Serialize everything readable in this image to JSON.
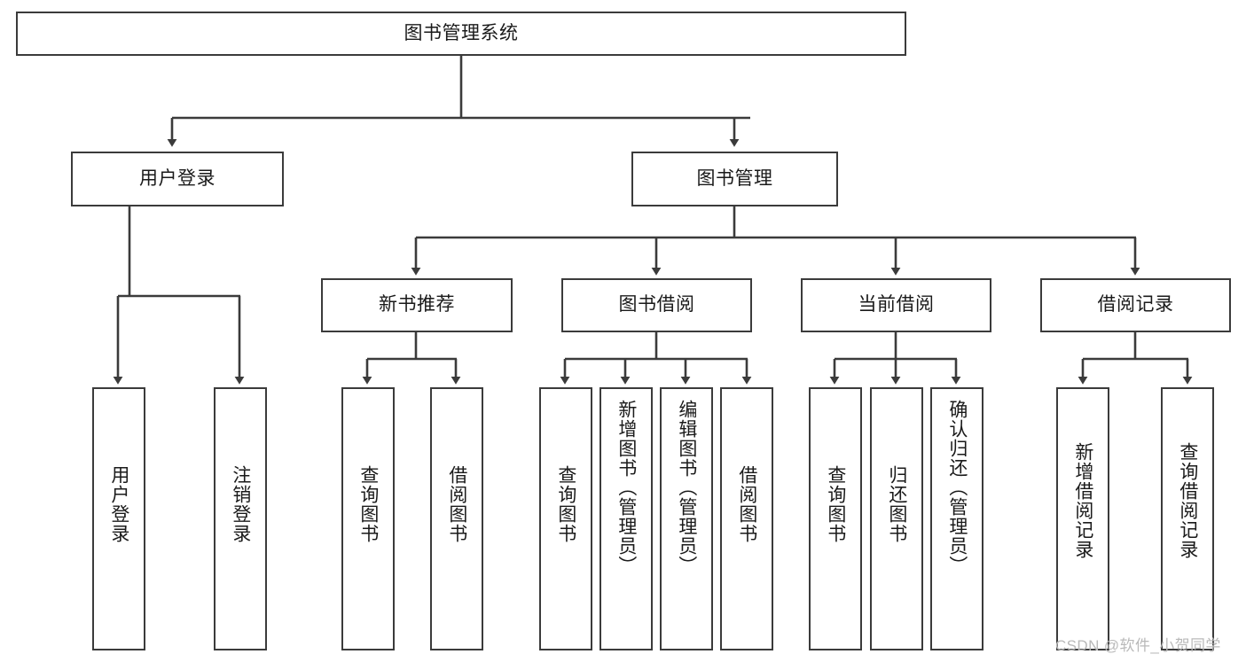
{
  "diagram": {
    "title": "图书管理系统",
    "type": "hierarchy-tree",
    "accent_color": "#3b3b3b",
    "background": "#ffffff"
  },
  "root": {
    "label": "图书管理系统"
  },
  "level2": [
    {
      "label": "用户登录"
    },
    {
      "label": "图书管理"
    }
  ],
  "level3": [
    {
      "label": "新书推荐"
    },
    {
      "label": "图书借阅"
    },
    {
      "label": "当前借阅"
    },
    {
      "label": "借阅记录"
    }
  ],
  "leaves": {
    "user_login": [
      {
        "label": "用户登录"
      },
      {
        "label": "注销登录"
      }
    ],
    "new_book_recommend": [
      {
        "label": "查询图书"
      },
      {
        "label": "借阅图书"
      }
    ],
    "book_borrow": [
      {
        "label": "查询图书"
      },
      {
        "label": "新增图书（管理员）"
      },
      {
        "label": "编辑图书（管理员）"
      },
      {
        "label": "借阅图书"
      }
    ],
    "current_borrow": [
      {
        "label": "查询图书"
      },
      {
        "label": "归还图书"
      },
      {
        "label": "确认归还（管理员）"
      }
    ],
    "borrow_record": [
      {
        "label": "新增借阅记录"
      },
      {
        "label": "查询借阅记录"
      }
    ]
  },
  "watermark": {
    "text": "CSDN @软件_小贺同学"
  }
}
